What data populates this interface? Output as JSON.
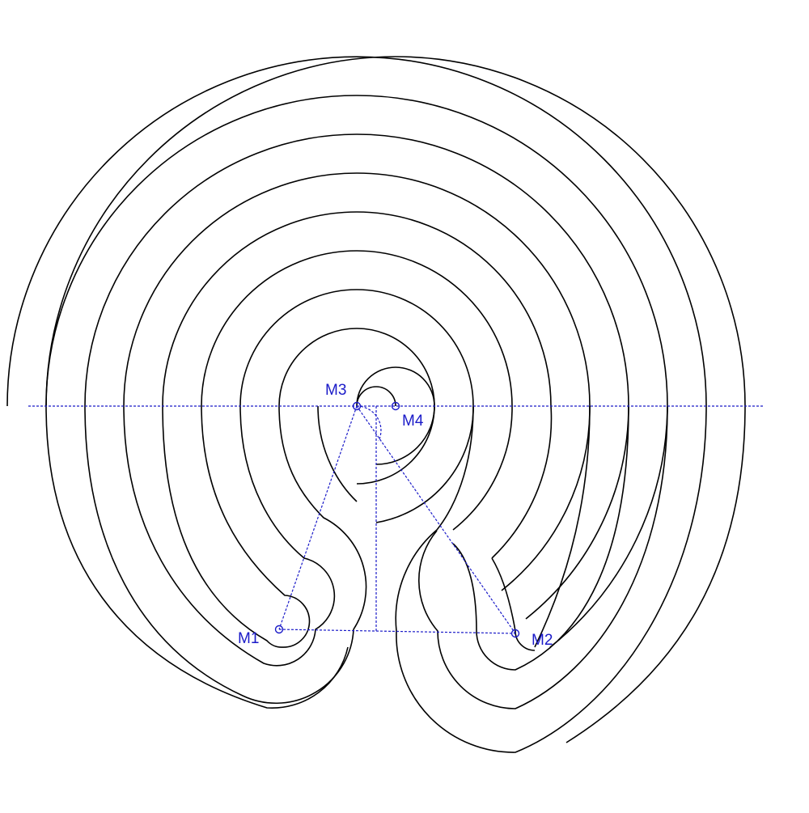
{
  "diagram": {
    "construction_color": "#1a1ac8",
    "line_color": "#000000",
    "points": {
      "m1": {
        "label": "M1"
      },
      "m2": {
        "label": "M2"
      },
      "m3": {
        "label": "M3"
      },
      "m4": {
        "label": "M4"
      }
    }
  }
}
